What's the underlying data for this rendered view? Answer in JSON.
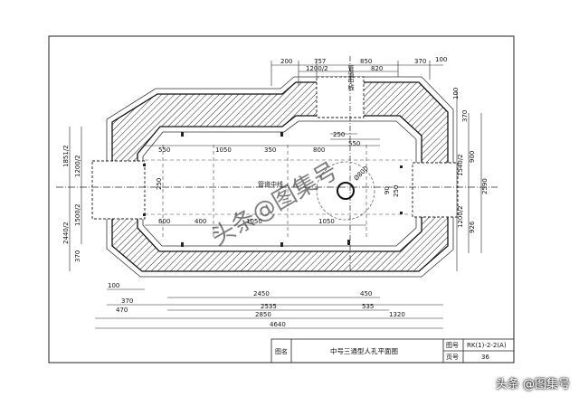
{
  "drawing": {
    "centerline_label": "管道中线",
    "pipe_label": "管道中线",
    "circle_label": "Ø800"
  },
  "dims": {
    "top_row1": [
      "200",
      "757",
      "850",
      "370",
      "100"
    ],
    "top_row2": [
      "1200/2",
      "820"
    ],
    "inner_top": [
      "550",
      "1050",
      "350",
      "800"
    ],
    "inner_top2": [
      "250",
      "550"
    ],
    "inner_bottom": [
      "600",
      "400",
      "1050",
      "1050"
    ],
    "left_small": "250",
    "right_small": [
      "90",
      "250"
    ],
    "left_side": [
      "1851/2",
      "1200/2",
      "1500/2",
      "2440/2",
      "370"
    ],
    "right_side": [
      "100",
      "370",
      "1540/2",
      "900",
      "1200/2",
      "926",
      "2590"
    ],
    "bottom": [
      "100",
      "370",
      "470",
      "2450",
      "450",
      "2535",
      "535",
      "2850",
      "1320",
      "4640"
    ]
  },
  "title_block": {
    "name_label": "图名",
    "title": "中号三通型人孔平面图",
    "drawing_no_label": "图号",
    "drawing_no": "RK(1)-2-2(A)",
    "page_label": "页号",
    "page_no": "36"
  },
  "watermarks": {
    "center": "头条@图集号",
    "corner": "头条 @图集号"
  }
}
